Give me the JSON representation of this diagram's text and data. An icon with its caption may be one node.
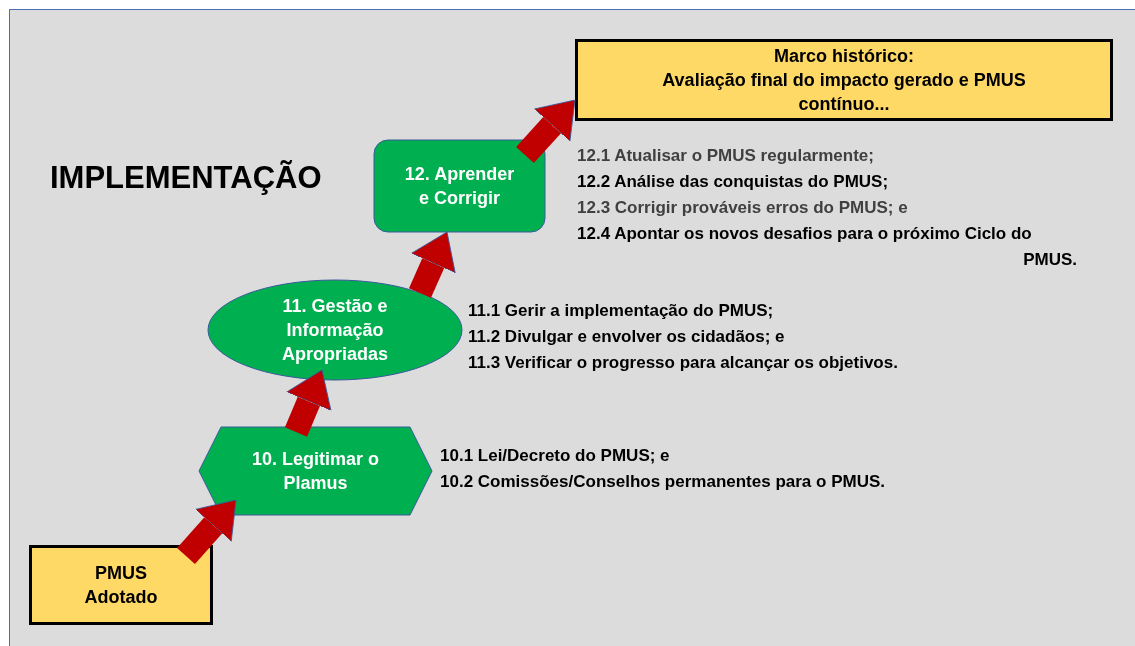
{
  "diagram": {
    "nodes": [
      {
        "text": [
          "PMUS Adotado"
        ]
      },
      {
        "text": [
          "10. Legitimar o Plamus"
        ],
        "beside": [
          "10.1 Lei/Decreto do PMUS; e",
          "10.2  Comissões/Conselhos permanentes para o PMUS."
        ]
      },
      {
        "text": [
          "11. Gestão e Informação Apropriadas"
        ],
        "beside": [
          "11.1 Gerir a implementação do PMUS;",
          "11.2 Divulgar e envolver os cidadãos; e",
          "11.3 Verificar o progresso para alcançar os objetivos."
        ]
      },
      {
        "text": [
          "12. Aprender e Corrigir"
        ],
        "beside": [
          "12.1 Atualisar o PMUS regularmente;",
          "12.2 Análise das conquistas do PMUS;",
          "12.3 Corrigir prováveis erros do PMUS; e",
          "12.4 Apontar os novos desafios para o próximo Ciclo do PMUS."
        ]
      },
      {
        "text": [
          "Marco histórico:",
          "Avaliação final do impacto gerado e PMUS contínuo..."
        ]
      }
    ],
    "edges": [
      {
        "from": 0,
        "to": 1,
        "arrow": "to"
      },
      {
        "from": 1,
        "to": 2,
        "arrow": "to"
      },
      {
        "from": 2,
        "to": 3,
        "arrow": "to"
      },
      {
        "from": 3,
        "to": 4,
        "arrow": "to"
      }
    ],
    "labels": [
      "IMPLEMENTAÇÃO"
    ]
  }
}
